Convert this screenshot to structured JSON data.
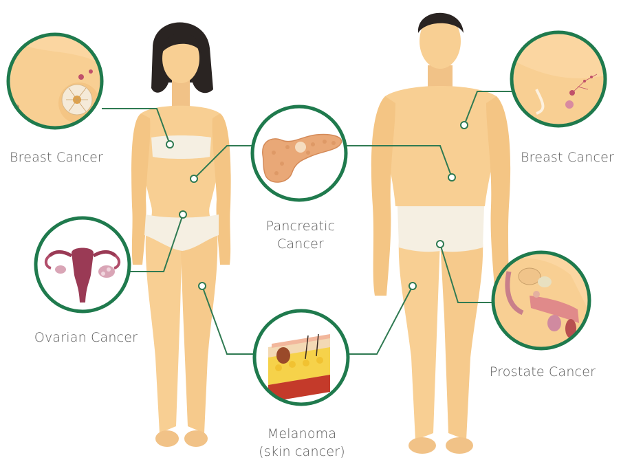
{
  "labels": {
    "breast_female": "Breast Cancer",
    "breast_male": "Breast Cancer",
    "pancreatic": [
      "Pancreatic",
      "Cancer"
    ],
    "ovarian": "Ovarian Cancer",
    "prostate": "Prostate Cancer",
    "melanoma": [
      "Melanoma",
      "(skin cancer)"
    ]
  },
  "colors": {
    "ring": "#1f7a4d",
    "connector": "#2f7a52",
    "skin": "#f8cf93",
    "skin_shade": "#eeb873",
    "hair": "#2a2422",
    "underwear": "#f5efe2",
    "text": "#5a5a5a"
  },
  "icons": [
    "breast-tissue-icon",
    "pancreas-icon",
    "uterus-ovaries-icon",
    "skin-layers-icon",
    "prostate-anatomy-icon",
    "male-chest-icon"
  ]
}
